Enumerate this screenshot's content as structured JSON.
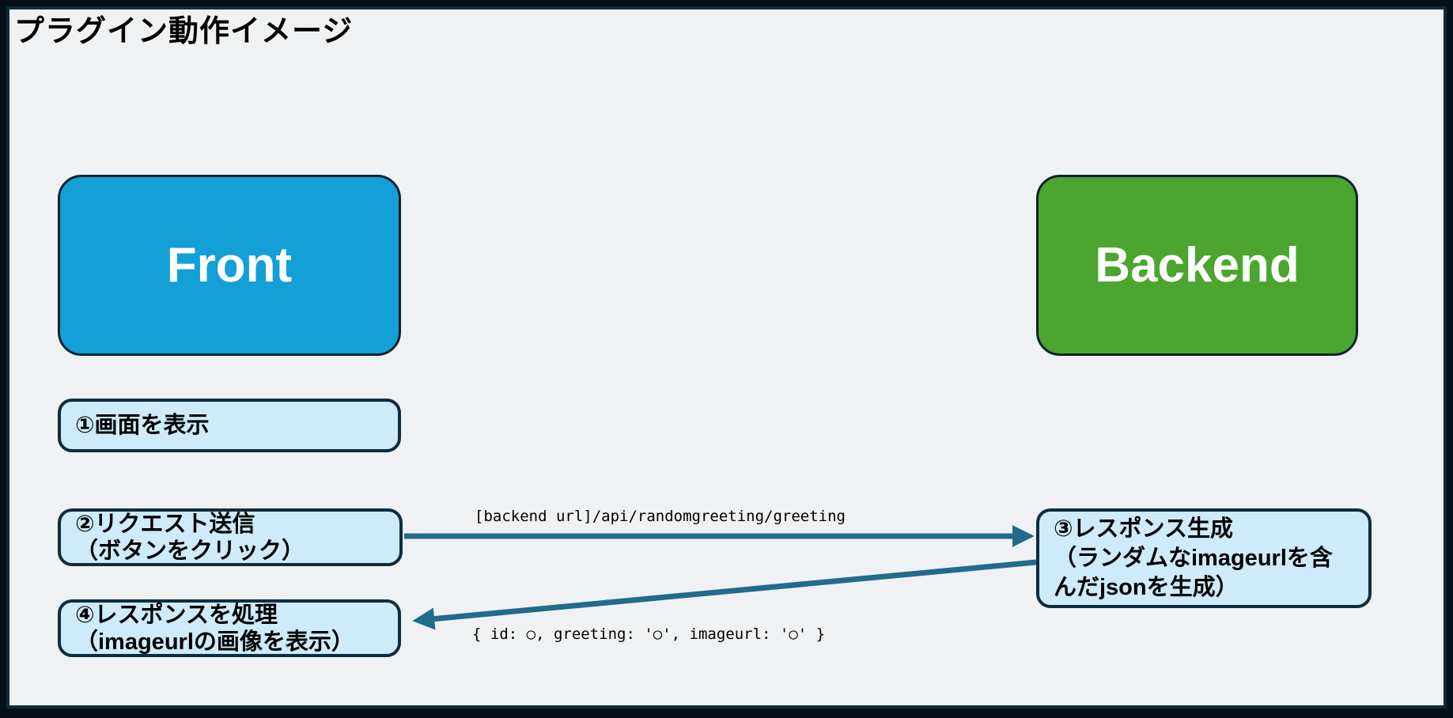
{
  "title": "プラグイン動作イメージ",
  "nodes": {
    "front": {
      "label": "Front",
      "color": "#149FD6"
    },
    "backend": {
      "label": "Backend",
      "color": "#4BA52F"
    }
  },
  "steps": [
    {
      "lines": [
        "①画面を表示"
      ]
    },
    {
      "lines": [
        "②リクエスト送信",
        "（ボタンをクリック）"
      ]
    },
    {
      "lines": [
        "③レスポンス生成",
        "（ランダムなimageurlを含",
        "んだjsonを生成）"
      ]
    },
    {
      "lines": [
        "④レスポンスを処理",
        "（imageurlの画像を表示）"
      ]
    }
  ],
  "arrows": {
    "color": "#216B8C",
    "request": {
      "label": "[backend url]/api/randomgreeting/greeting"
    },
    "response": {
      "label": "{ id: ○, greeting: '○', imageurl: '○' }"
    }
  },
  "colors": {
    "panel_background": "#F0F1F2",
    "frame_border": "#0D2B3D",
    "step_fill": "#CDEBF9",
    "step_border": "#0F2D40",
    "node_border": "#0C2233"
  }
}
